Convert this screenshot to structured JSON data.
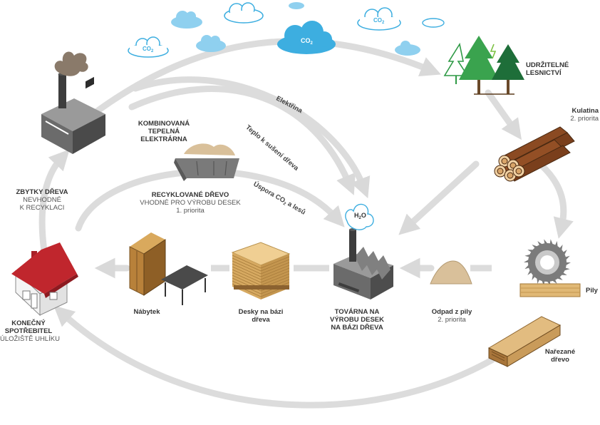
{
  "colors": {
    "arrow": "#dcdcdc",
    "cloud_blue": "#3daee0",
    "cloud_light": "#8fd0ef",
    "tree_green": "#2f9a46",
    "house_roof": "#c0262d",
    "wood_brown": "#8b5a2b",
    "sawdust": "#d9c09a",
    "factory_gray": "#6b6b6b"
  },
  "clouds": {
    "main_co2": "CO",
    "main_sub": "2",
    "left_co2": "CO",
    "left_sub": "2",
    "right_co2": "CO",
    "right_sub": "2"
  },
  "nodes": {
    "forestry": {
      "line1": "UDRŽITELNÉ",
      "line2": "LESNICTVÍ",
      "icon": "pine-trees-icon"
    },
    "logs": {
      "title": "Kulatina",
      "sub": "2. priorita",
      "icon": "log-pile-icon"
    },
    "sawmill": {
      "title": "Pily",
      "icon": "saw-blade-icon"
    },
    "sawn_wood": {
      "line1": "Nařezané",
      "line2": "dřevo",
      "icon": "lumber-icon"
    },
    "sawdust": {
      "title": "Odpad z pily",
      "sub": "2. priorita",
      "icon": "sawdust-pile-icon"
    },
    "board_factory": {
      "line1": "TOVÁRNA NA",
      "line2": "VÝROBU DESEK",
      "line3": "NA BÁZI DŘEVA",
      "h2o": "H",
      "h2o_sub": "2",
      "h2o_end": "O",
      "icon": "factory-icon"
    },
    "panels": {
      "line1": "Desky na bázi",
      "line2": "dřeva",
      "icon": "wood-panels-icon"
    },
    "furniture": {
      "title": "Nábytek",
      "icon": "furniture-icon"
    },
    "consumer": {
      "line1": "KONEČNÝ",
      "line2": "SPOTŘEBITEL",
      "line3": "ÚLOŽIŠTĚ UHLÍKU",
      "icon": "house-icon"
    },
    "wood_residue": {
      "line1": "ZBYTKY DŘEVA",
      "line2": "NEVHODNÉ",
      "line3": "K RECYKLACI"
    },
    "chp_plant": {
      "line1": "KOMBINOVANÁ",
      "line2": "TEPELNÁ",
      "line3": "ELEKTRÁRNA",
      "icon": "power-plant-icon"
    },
    "recycled": {
      "line1": "RECYKLOVANÉ DŘEVO",
      "line2": "VHODNÉ PRO VÝROBU DESEK",
      "line3": "1. priorita",
      "icon": "skip-container-icon"
    }
  },
  "flows": {
    "electricity": "Elektřina",
    "heat": "Teplo k sušení dřeva",
    "savings_pre": "Úspora CO",
    "savings_sub": "2",
    "savings_post": " a lesů"
  }
}
